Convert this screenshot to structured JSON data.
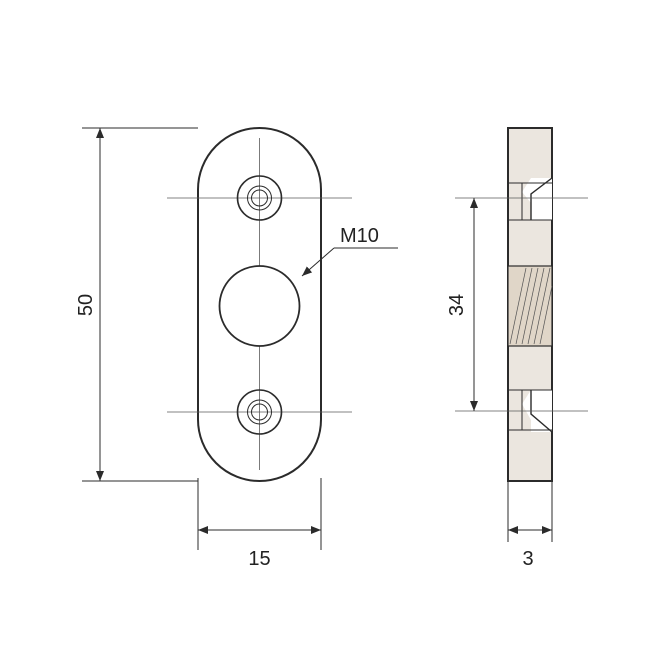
{
  "drawing": {
    "thread_label": "M10",
    "dim_height": "50",
    "dim_width": "15",
    "dim_hole_spacing": "34",
    "dim_thickness": "3"
  },
  "colors": {
    "line": "#2b2b2b",
    "side_fill": "#ebe6df",
    "thread_fill": "#e0d6c8"
  }
}
